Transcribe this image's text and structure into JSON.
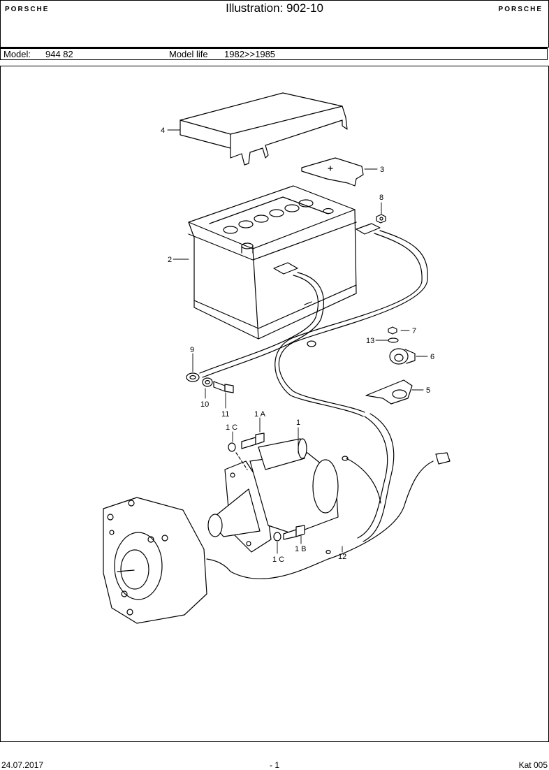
{
  "header": {
    "brand_left": "PORSCHE",
    "brand_right": "PORSCHE",
    "title": "Illustration: 902-10"
  },
  "model_bar": {
    "model_label": "Model:",
    "model_value": "944 82",
    "life_label": "Model life",
    "life_value": "1982>>1985"
  },
  "callouts": {
    "c1": "1",
    "c1a": "1 A",
    "c1b": "1 B",
    "c1c_top": "1 C",
    "c1c_bottom": "1 C",
    "c2": "2",
    "c3": "3",
    "c4": "4",
    "c5": "5",
    "c6": "6",
    "c7": "7",
    "c8": "8",
    "c9": "9",
    "c10": "10",
    "c11": "11",
    "c12": "12",
    "c13": "13"
  },
  "footer": {
    "date": "24.07.2017",
    "page": "- 1",
    "catalog": "Kat 005"
  }
}
